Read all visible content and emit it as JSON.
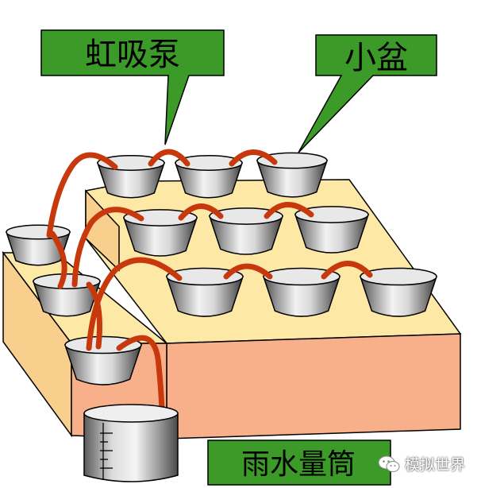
{
  "labels": {
    "siphon": "虹吸泵",
    "small_basin": "小盆",
    "rain_gauge": "雨水量筒"
  },
  "watermark": {
    "text": "模拟世界",
    "icon": "wechat-icon"
  },
  "colors": {
    "callout_fill": "#3c9b28",
    "block_front": "#f7b08a",
    "block_top": "#fde8a6",
    "block_left": "#f9cf8e",
    "siphon": "#c7380d",
    "basin_dark": "#3a3a3a",
    "basin_light": "#f0f0f0"
  }
}
